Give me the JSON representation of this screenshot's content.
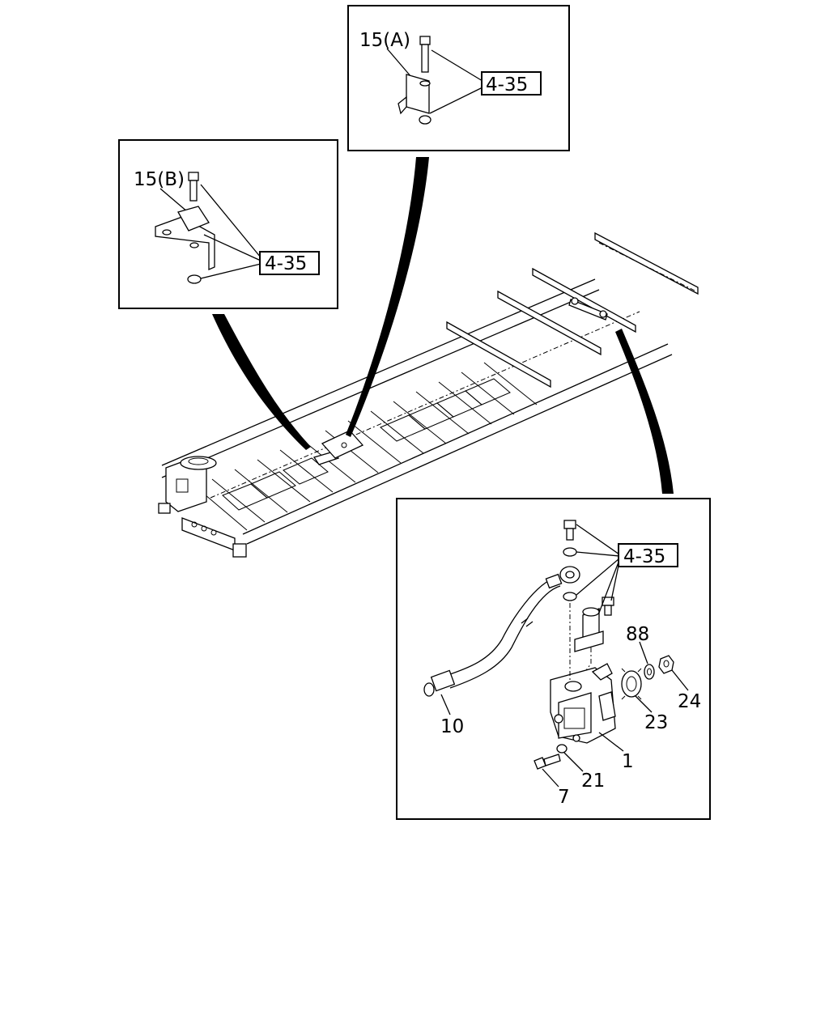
{
  "inset_a": {
    "part_label": "15(A)",
    "ref_label": "4-35"
  },
  "inset_b": {
    "part_label": "15(B)",
    "ref_label": "4-35"
  },
  "inset_c": {
    "ref_label": "4-35",
    "labels": {
      "p88": "88",
      "p24": "24",
      "p23": "23",
      "p10": "10",
      "p1": "1",
      "p21": "21",
      "p7": "7"
    }
  }
}
